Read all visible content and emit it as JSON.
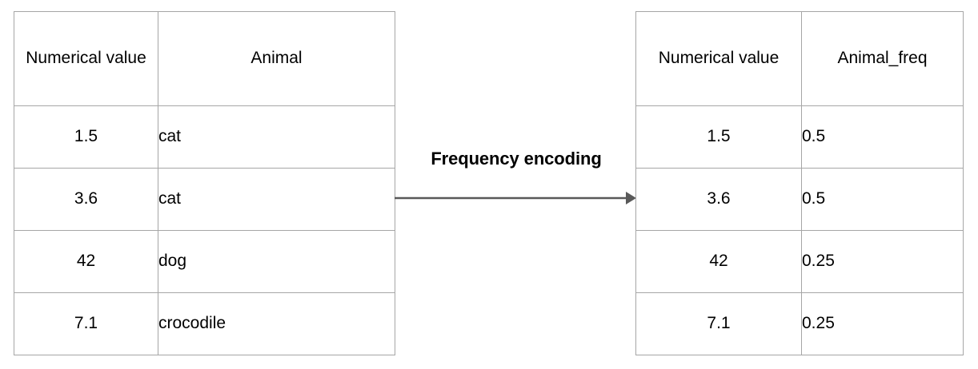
{
  "figure": {
    "kind": "transformation-diagram",
    "colors": {
      "border": "#a6a6a6",
      "text": "#000000",
      "arrow": "#595959",
      "background": "#ffffff"
    }
  },
  "transform": {
    "label": "Frequency encoding",
    "arrow_direction": "left-to-right"
  },
  "source_table": {
    "name": "source-table",
    "headers": [
      "Numerical value",
      "Animal"
    ],
    "rows": [
      [
        "1.5",
        "cat"
      ],
      [
        "3.6",
        "cat"
      ],
      [
        "42",
        "dog"
      ],
      [
        "7.1",
        "crocodile"
      ]
    ]
  },
  "result_table": {
    "name": "result-table",
    "headers": [
      "Numerical value",
      "Animal_freq"
    ],
    "rows": [
      [
        "1.5",
        "0.5"
      ],
      [
        "3.6",
        "0.5"
      ],
      [
        "42",
        "0.25"
      ],
      [
        "7.1",
        "0.25"
      ]
    ]
  }
}
